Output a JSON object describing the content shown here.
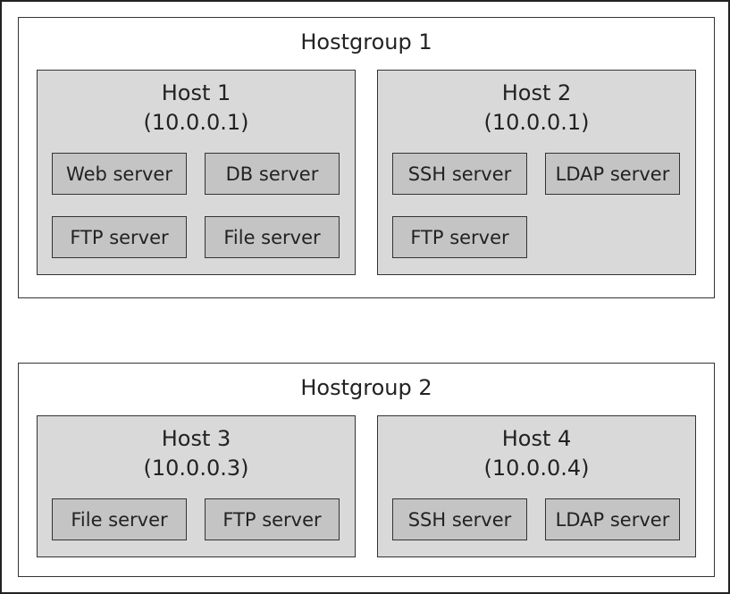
{
  "colors": {
    "canvas_background": "#ffffff",
    "border": "#333333",
    "host_fill": "#d9d9d9",
    "service_fill": "#c4c4c4",
    "text": "#222222"
  },
  "hostgroups": [
    {
      "title": "Hostgroup 1",
      "hosts": [
        {
          "name": "Host 1",
          "ip": "(10.0.0.1)",
          "services": [
            "Web server",
            "DB server",
            "FTP server",
            "File server"
          ]
        },
        {
          "name": "Host 2",
          "ip": "(10.0.0.1)",
          "services": [
            "SSH server",
            "LDAP server",
            "FTP server"
          ]
        }
      ]
    },
    {
      "title": "Hostgroup 2",
      "hosts": [
        {
          "name": "Host 3",
          "ip": "(10.0.0.3)",
          "services": [
            "File server",
            "FTP server"
          ]
        },
        {
          "name": "Host 4",
          "ip": "(10.0.0.4)",
          "services": [
            "SSH server",
            "LDAP server"
          ]
        }
      ]
    }
  ]
}
